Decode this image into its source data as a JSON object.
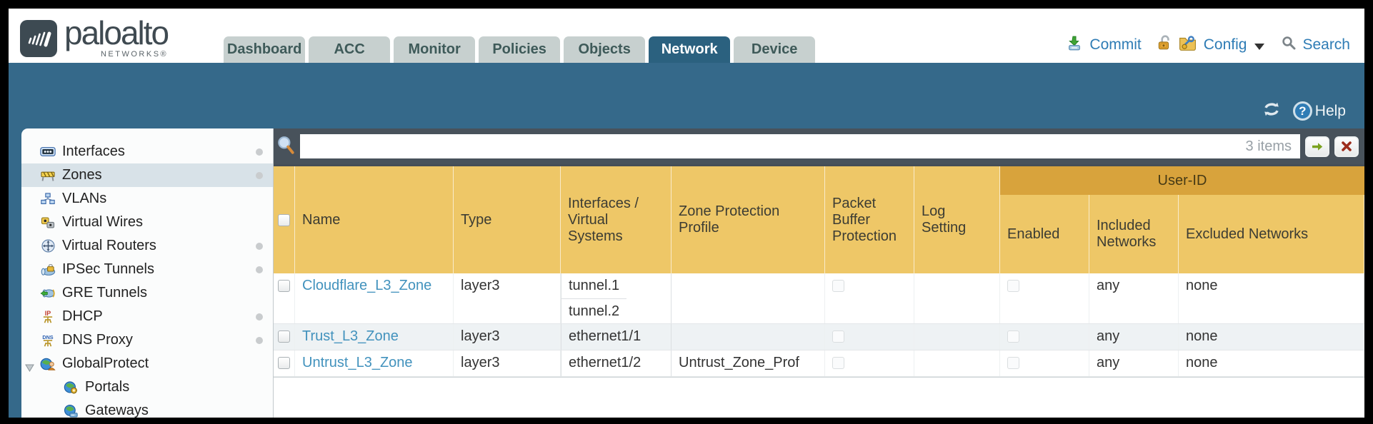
{
  "header": {
    "brand": {
      "name": "paloalto",
      "sub": "NETWORKS®"
    },
    "tabs": [
      {
        "label": "Dashboard",
        "active": false
      },
      {
        "label": "ACC",
        "active": false
      },
      {
        "label": "Monitor",
        "active": false
      },
      {
        "label": "Policies",
        "active": false
      },
      {
        "label": "Objects",
        "active": false
      },
      {
        "label": "Network",
        "active": true
      },
      {
        "label": "Device",
        "active": false
      }
    ],
    "actions": {
      "commit": "Commit",
      "config": "Config",
      "search": "Search"
    }
  },
  "banner": {
    "help": "Help"
  },
  "sidebar": {
    "items": [
      {
        "label": "Interfaces",
        "dot": true,
        "selected": false
      },
      {
        "label": "Zones",
        "dot": true,
        "selected": true
      },
      {
        "label": "VLANs",
        "dot": false,
        "selected": false
      },
      {
        "label": "Virtual Wires",
        "dot": false,
        "selected": false
      },
      {
        "label": "Virtual Routers",
        "dot": true,
        "selected": false
      },
      {
        "label": "IPSec Tunnels",
        "dot": true,
        "selected": false
      },
      {
        "label": "GRE Tunnels",
        "dot": false,
        "selected": false
      },
      {
        "label": "DHCP",
        "dot": true,
        "selected": false
      },
      {
        "label": "DNS Proxy",
        "dot": true,
        "selected": false
      },
      {
        "label": "GlobalProtect",
        "dot": false,
        "selected": false,
        "expandable": true
      },
      {
        "label": "Portals",
        "dot": false,
        "selected": false,
        "indent": 1
      },
      {
        "label": "Gateways",
        "dot": false,
        "selected": false,
        "indent": 1
      }
    ]
  },
  "filterbar": {
    "count": "3 items",
    "value": ""
  },
  "table": {
    "group_header": "User-ID",
    "columns": {
      "name": "Name",
      "type": "Type",
      "interfaces": "Interfaces / Virtual Systems",
      "zpp": "Zone Protection Profile",
      "pbp": "Packet Buffer Protection",
      "log": "Log Setting",
      "enabled": "Enabled",
      "included": "Included Networks",
      "excluded": "Excluded Networks"
    },
    "rows": [
      {
        "name": "Cloudflare_L3_Zone",
        "type": "layer3",
        "interfaces": [
          "tunnel.1",
          "tunnel.2"
        ],
        "zone_protection_profile": "",
        "log_setting": "",
        "included": "any",
        "excluded": "none"
      },
      {
        "name": "Trust_L3_Zone",
        "type": "layer3",
        "interfaces": [
          "ethernet1/1"
        ],
        "zone_protection_profile": "",
        "log_setting": "",
        "included": "any",
        "excluded": "none"
      },
      {
        "name": "Untrust_L3_Zone",
        "type": "layer3",
        "interfaces": [
          "ethernet1/2"
        ],
        "zone_protection_profile": "Untrust_Zone_Prof",
        "log_setting": "",
        "included": "any",
        "excluded": "none"
      }
    ]
  },
  "colors": {
    "teal_band": "#35698a",
    "tab_active": "#2b617f",
    "filter_bar": "#48525b",
    "table_header": "#eec767",
    "user_id_band": "#d8a33c",
    "link": "#4292bd",
    "selected_nav": "#d8e2e8"
  }
}
